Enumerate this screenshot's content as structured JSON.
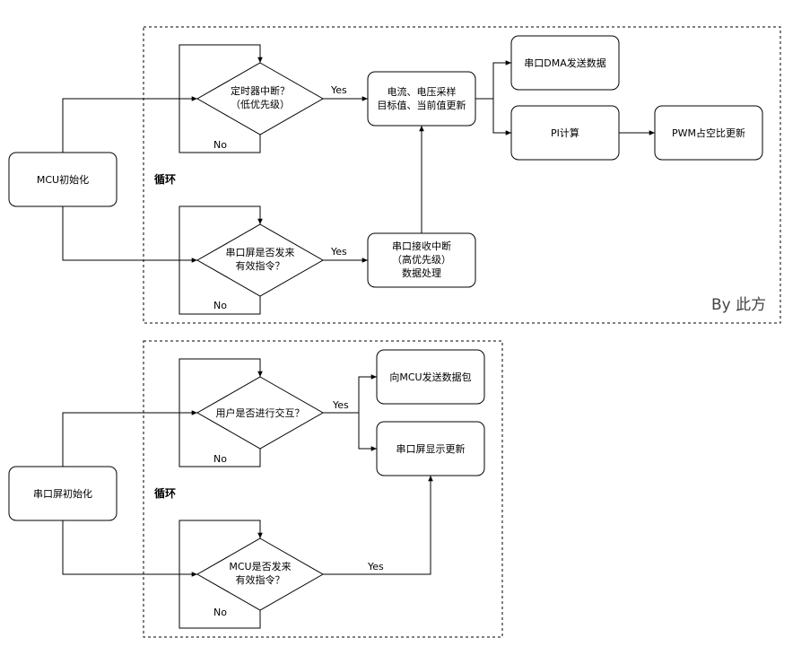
{
  "top": {
    "mcu_init": "MCU初始化",
    "loop_label": "循环",
    "timer_decision": [
      "定时器中断？",
      "（低优先级）"
    ],
    "screen_decision": [
      "串口屏是否发来",
      "有效指令？"
    ],
    "sampling": [
      "电流、电压采样",
      "目标值、当前值更新"
    ],
    "uart_rx": [
      "串口接收中断",
      "（高优先级）",
      "数据处理"
    ],
    "uart_dma": "串口DMA发送数据",
    "pi_calc": "PI计算",
    "pwm_update": "PWM占空比更新",
    "yes_1": "Yes",
    "no_1": "No",
    "yes_2": "Yes",
    "no_2": "No",
    "signature": "By 此方"
  },
  "bottom": {
    "screen_init": "串口屏初始化",
    "loop_label": "循环",
    "user_decision": "用户是否进行交互？",
    "mcu_decision": [
      "MCU是否发来",
      "有效指令？"
    ],
    "send_packet": "向MCU发送数据包",
    "screen_update": "串口屏显示更新",
    "yes_1": "Yes",
    "no_1": "No",
    "yes_2": "Yes",
    "no_2": "No"
  },
  "colors": {
    "line": "#000000",
    "fill": "#ffffff",
    "signature": "#444444"
  }
}
